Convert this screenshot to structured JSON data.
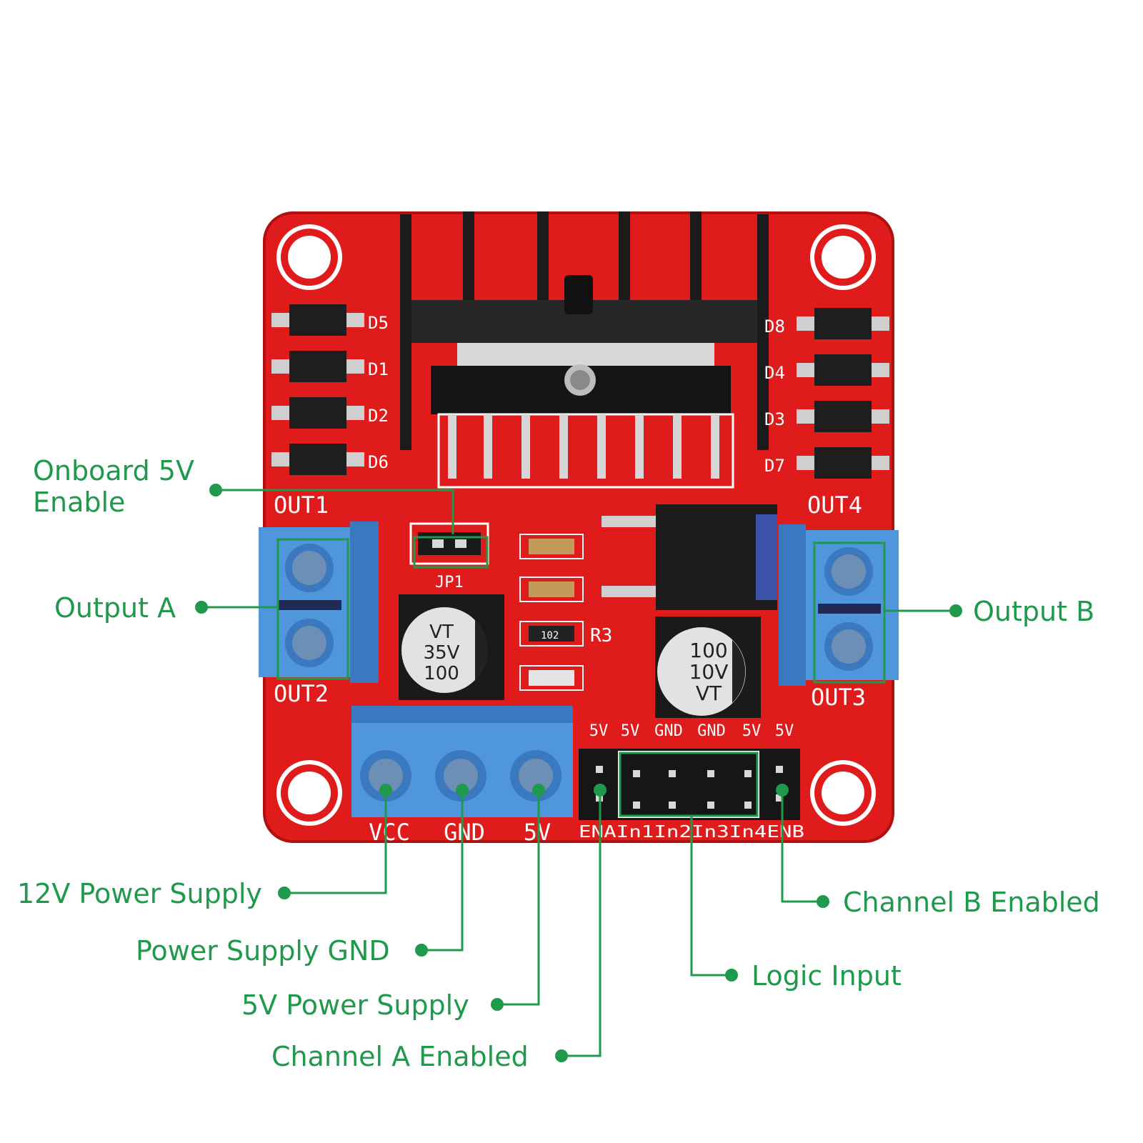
{
  "colors": {
    "callout": "#1f9a4c",
    "board": "#e01b1b",
    "board_dark": "#b01010",
    "terminal": "#4f96dc",
    "terminal_dark": "#3a78bf",
    "heatsink": "#1b1b1b",
    "silk": "#ffffff"
  },
  "callouts": {
    "onboard_5v_line1": "Onboard 5V",
    "onboard_5v_line2": "Enable",
    "output_a": "Output A",
    "output_b": "Output B",
    "power_12v": "12V Power Supply",
    "power_gnd": "Power Supply GND",
    "power_5v": "5V Power Supply",
    "channel_a": "Channel A Enabled",
    "channel_b": "Channel B Enabled",
    "logic_input": "Logic Input"
  },
  "board": {
    "diodes_left": [
      "D5",
      "D1",
      "D2",
      "D6"
    ],
    "diodes_right": [
      "D8",
      "D4",
      "D3",
      "D7"
    ],
    "out1": "OUT1",
    "out2": "OUT2",
    "out3": "OUT3",
    "out4": "OUT4",
    "jumper": "JP1",
    "resistor": "R3",
    "resistor_code": "102",
    "cap_left": [
      "VT",
      "35V",
      "100"
    ],
    "cap_right": [
      "100",
      "10V",
      "VT"
    ],
    "power_header": [
      "VCC",
      "GND",
      "5V"
    ],
    "top_header": [
      "5V",
      "5V",
      "GND",
      "GND",
      "5V",
      "5V"
    ],
    "bottom_header": "ENAIn1In2In3In4ENB"
  }
}
